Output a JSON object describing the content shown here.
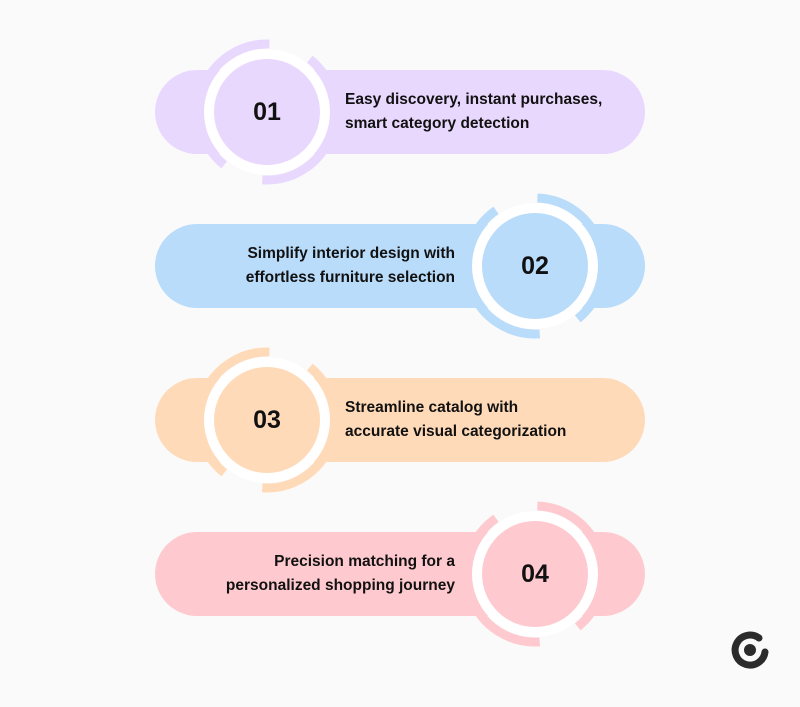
{
  "steps": [
    {
      "number": "01",
      "text_line1": "Easy discovery, instant purchases,",
      "text_line2": "smart category detection",
      "color": "#e9d8fd"
    },
    {
      "number": "02",
      "text_line1": "Simplify interior design with",
      "text_line2": "effortless furniture selection",
      "color": "#b9dcfa"
    },
    {
      "number": "03",
      "text_line1": "Streamline catalog with",
      "text_line2": "accurate visual categorization",
      "color": "#ffdab9"
    },
    {
      "number": "04",
      "text_line1": "Precision matching for a",
      "text_line2": "personalized shopping journey",
      "color": "#fecacf"
    }
  ],
  "logo": {
    "icon": "brand-logo-icon",
    "color": "#2b2b2b"
  }
}
